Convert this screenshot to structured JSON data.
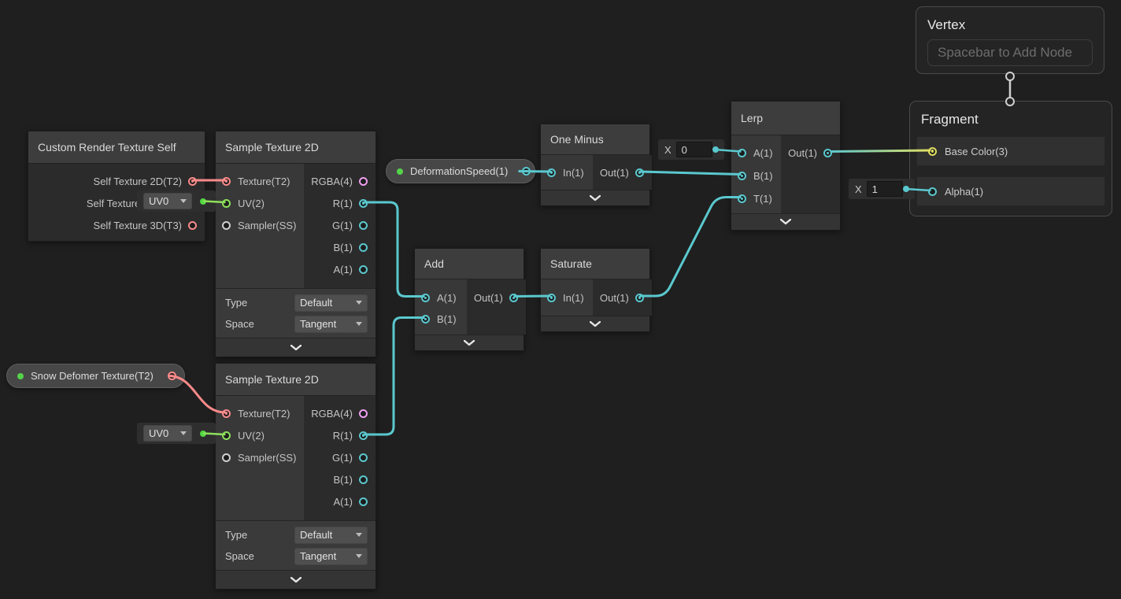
{
  "canvas_background": "#1f1f1f",
  "colors": {
    "float_port": "#5ac8ce",
    "vector2_port": "#8ce05a",
    "vector3_port": "#e0de62",
    "vector4_port": "#ee9ff0",
    "texture2d_port": "#f98a8a",
    "sampler_port": "#cfcfcf",
    "property_dot": "#55d34a",
    "master_edge": "#d0d0d0"
  },
  "nodes": {
    "vertex": {
      "title": "Vertex",
      "placeholder": "Spacebar to Add Node"
    },
    "fragment": {
      "title": "Fragment",
      "blocks": [
        "Base Color(3)",
        "Alpha(1)"
      ]
    },
    "crts": {
      "title": "Custom Render Texture Self",
      "outputs": [
        "Self Texture 2D(T2)",
        "Self Texture Cube(C)",
        "Self Texture 3D(T3)"
      ]
    },
    "sample_a": {
      "title": "Sample Texture 2D",
      "inputs": [
        "Texture(T2)",
        "UV(2)",
        "Sampler(SS)"
      ],
      "outputs": [
        "RGBA(4)",
        "R(1)",
        "G(1)",
        "B(1)",
        "A(1)"
      ],
      "controls": [
        {
          "label": "Type",
          "value": "Default"
        },
        {
          "label": "Space",
          "value": "Tangent"
        }
      ]
    },
    "sample_b": {
      "title": "Sample Texture 2D",
      "inputs": [
        "Texture(T2)",
        "UV(2)",
        "Sampler(SS)"
      ],
      "outputs": [
        "RGBA(4)",
        "R(1)",
        "G(1)",
        "B(1)",
        "A(1)"
      ],
      "controls": [
        {
          "label": "Type",
          "value": "Default"
        },
        {
          "label": "Space",
          "value": "Tangent"
        }
      ]
    },
    "one_minus": {
      "title": "One Minus",
      "input": "In(1)",
      "output": "Out(1)"
    },
    "add": {
      "title": "Add",
      "input_a": "A(1)",
      "input_b": "B(1)",
      "output": "Out(1)"
    },
    "saturate": {
      "title": "Saturate",
      "input": "In(1)",
      "output": "Out(1)"
    },
    "lerp": {
      "title": "Lerp",
      "input_a": "A(1)",
      "input_b": "B(1)",
      "input_t": "T(1)",
      "output": "Out(1)"
    }
  },
  "properties": {
    "deformation_speed": "DeformationSpeed(1)",
    "snow_deformer": "Snow Defomer Texture(T2)"
  },
  "inline_controls": {
    "uv_dropdown": "UV0",
    "x_label": "X",
    "lerp_a_value": "0",
    "alpha_value": "1"
  }
}
